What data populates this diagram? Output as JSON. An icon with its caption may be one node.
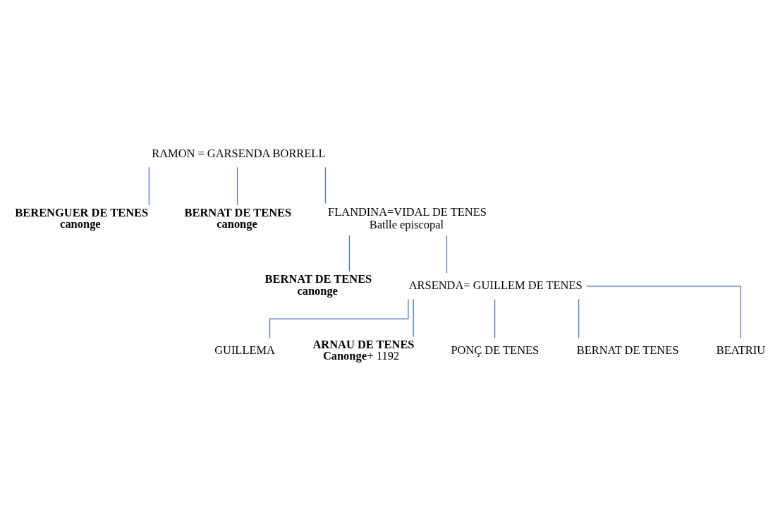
{
  "diagram": {
    "nodes": [
      {
        "text": [
          "RAMON = GARSENDA BORRELL"
        ]
      },
      {
        "text": [
          "BERENGUER DE TENES",
          "canonge"
        ]
      },
      {
        "text": [
          "BERNAT DE TENES",
          "canonge"
        ]
      },
      {
        "text": [
          "FLANDINA=VIDAL DE TENES",
          "Batlle episcopal"
        ]
      },
      {
        "text": [
          "BERNAT DE TENES",
          "canonge"
        ]
      },
      {
        "text": [
          "ARSENDA= GUILLEM DE TENES"
        ]
      },
      {
        "text": [
          "GUILLEMA"
        ]
      },
      {
        "text": [
          "ARNAU DE TENES",
          "Canonge",
          "+ 1192"
        ]
      },
      {
        "text": [
          "PONÇ DE TENES"
        ]
      },
      {
        "text": [
          "BERNAT DE TENES"
        ]
      },
      {
        "text": [
          "BEATRIU"
        ]
      }
    ],
    "edges": [
      {
        "from": 0,
        "to": 1,
        "arrow": "none"
      },
      {
        "from": 0,
        "to": 2,
        "arrow": "none"
      },
      {
        "from": 0,
        "to": 3,
        "arrow": "none"
      },
      {
        "from": 3,
        "to": 4,
        "arrow": "none"
      },
      {
        "from": 3,
        "to": 5,
        "arrow": "none"
      },
      {
        "from": 5,
        "to": 6,
        "arrow": "none"
      },
      {
        "from": 5,
        "to": 7,
        "arrow": "none"
      },
      {
        "from": 5,
        "to": 8,
        "arrow": "none"
      },
      {
        "from": 5,
        "to": 9,
        "arrow": "none"
      },
      {
        "from": 5,
        "to": 10,
        "arrow": "none"
      }
    ]
  }
}
